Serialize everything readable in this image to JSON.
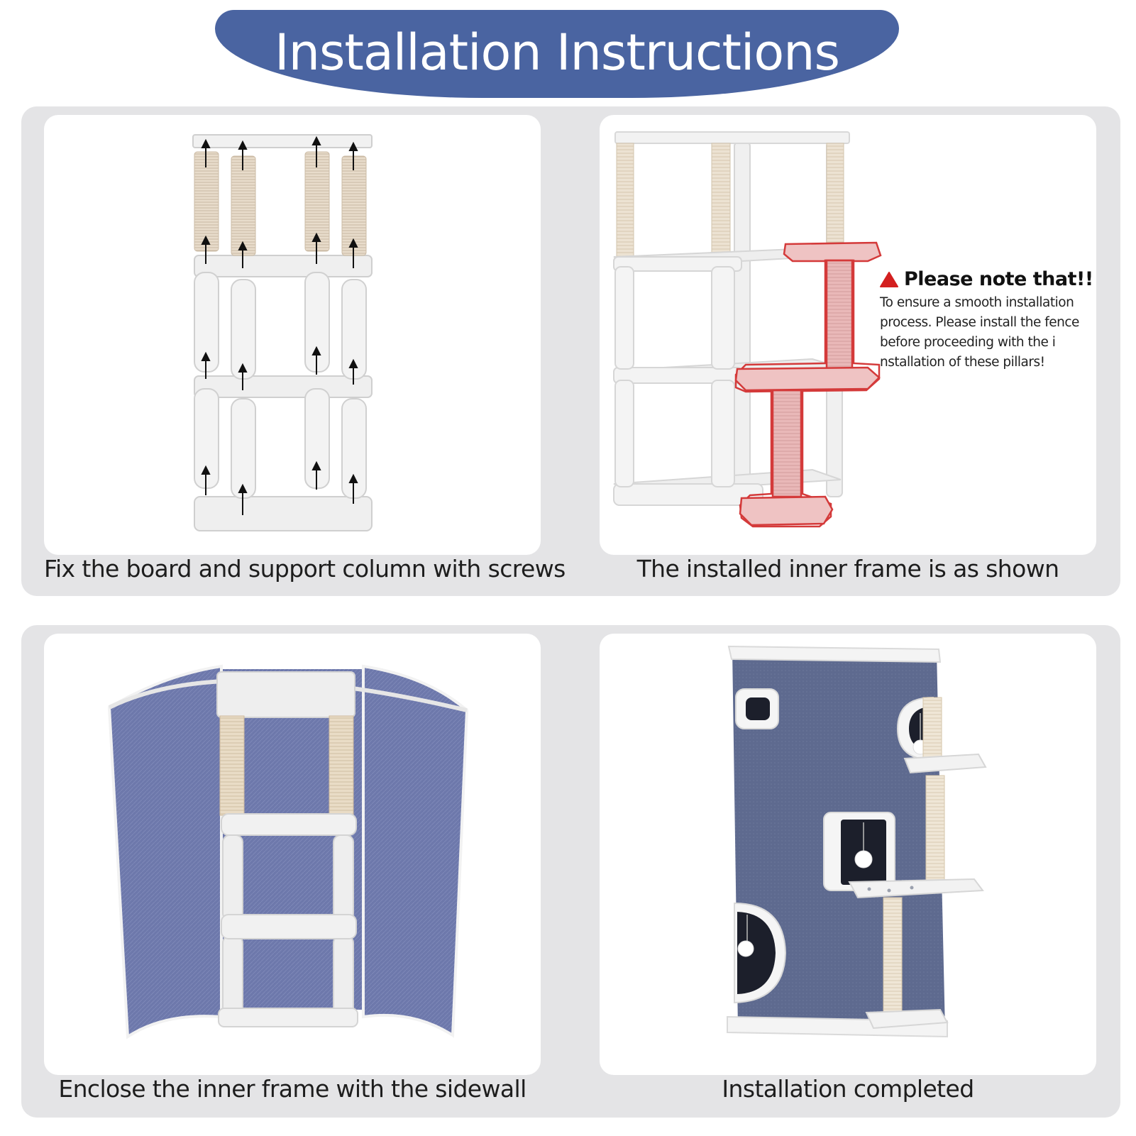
{
  "header": {
    "title": "Installation Instructions"
  },
  "steps": [
    {
      "caption": "Fix the board and support column with screws"
    },
    {
      "caption": "The installed inner frame is as shown"
    },
    {
      "caption": "Enclose the inner frame with the sidewall"
    },
    {
      "caption": "Installation completed"
    }
  ],
  "note": {
    "icon": "warning-triangle-icon",
    "title": "Please note that!!",
    "body": "To ensure a smooth installation process. Please install the fence before proceeding with the i nstallation of these pillars!"
  },
  "colors": {
    "header_bg": "#4a64a1",
    "panel_bg": "#e4e4e6",
    "sidewall_blue": "#6a75a8",
    "tower_blue": "#5d6a8f",
    "highlight_red": "#d43a3a",
    "pink_part": "#e8b8b8"
  }
}
